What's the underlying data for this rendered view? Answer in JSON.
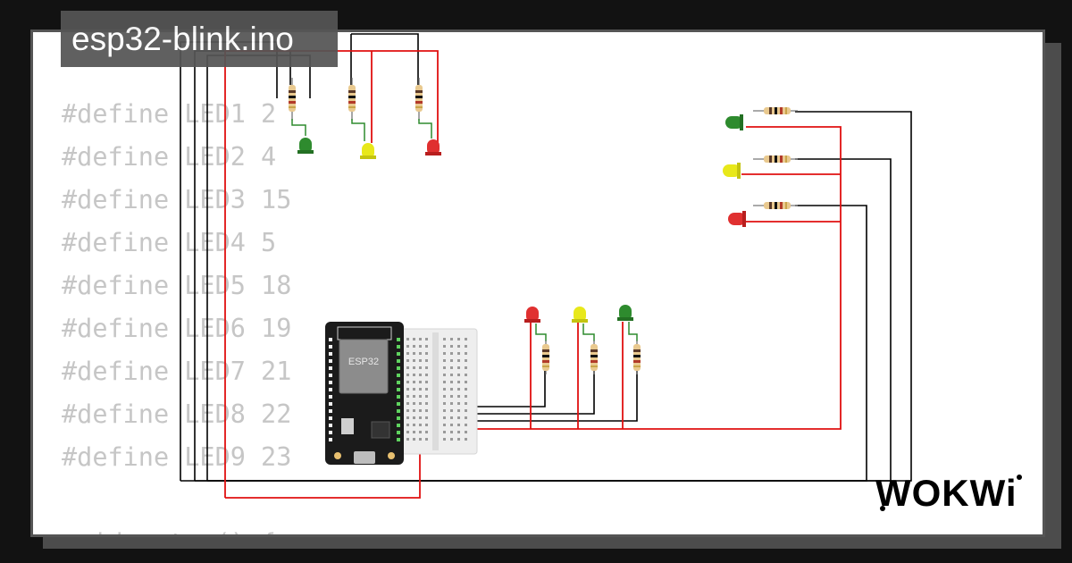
{
  "file_tab": {
    "title": "esp32-blink.ino"
  },
  "code": {
    "lines": [
      "#define LED1 2",
      "#define LED2 4",
      "#define LED3 15",
      "#define LED4 5",
      "#define LED5 18",
      "#define LED6 19",
      "#define LED7 21",
      "#define LED8 22",
      "#define LED9 23",
      "",
      "void setup() {"
    ]
  },
  "board": {
    "label": "ESP32"
  },
  "logo": {
    "text": "WOKWi"
  },
  "colors": {
    "background": "#121212",
    "canvas": "#ffffff",
    "code_text": "#c6c6c6",
    "tab_bg": "#555555",
    "wire_red": "#e01010",
    "wire_black": "#000000",
    "led_green": "#2e8b2e",
    "led_yellow": "#e8e81a",
    "led_red": "#e03030",
    "board": "#1b1b1b",
    "chip": "#8c8c8c",
    "pin_green": "#5fd35f"
  },
  "circuit": {
    "led_groups": [
      {
        "group": "top",
        "leds": [
          "green",
          "yellow",
          "red"
        ]
      },
      {
        "group": "right",
        "leds": [
          "green",
          "yellow",
          "red"
        ]
      },
      {
        "group": "bottom",
        "leds": [
          "red",
          "yellow",
          "green"
        ]
      }
    ]
  }
}
